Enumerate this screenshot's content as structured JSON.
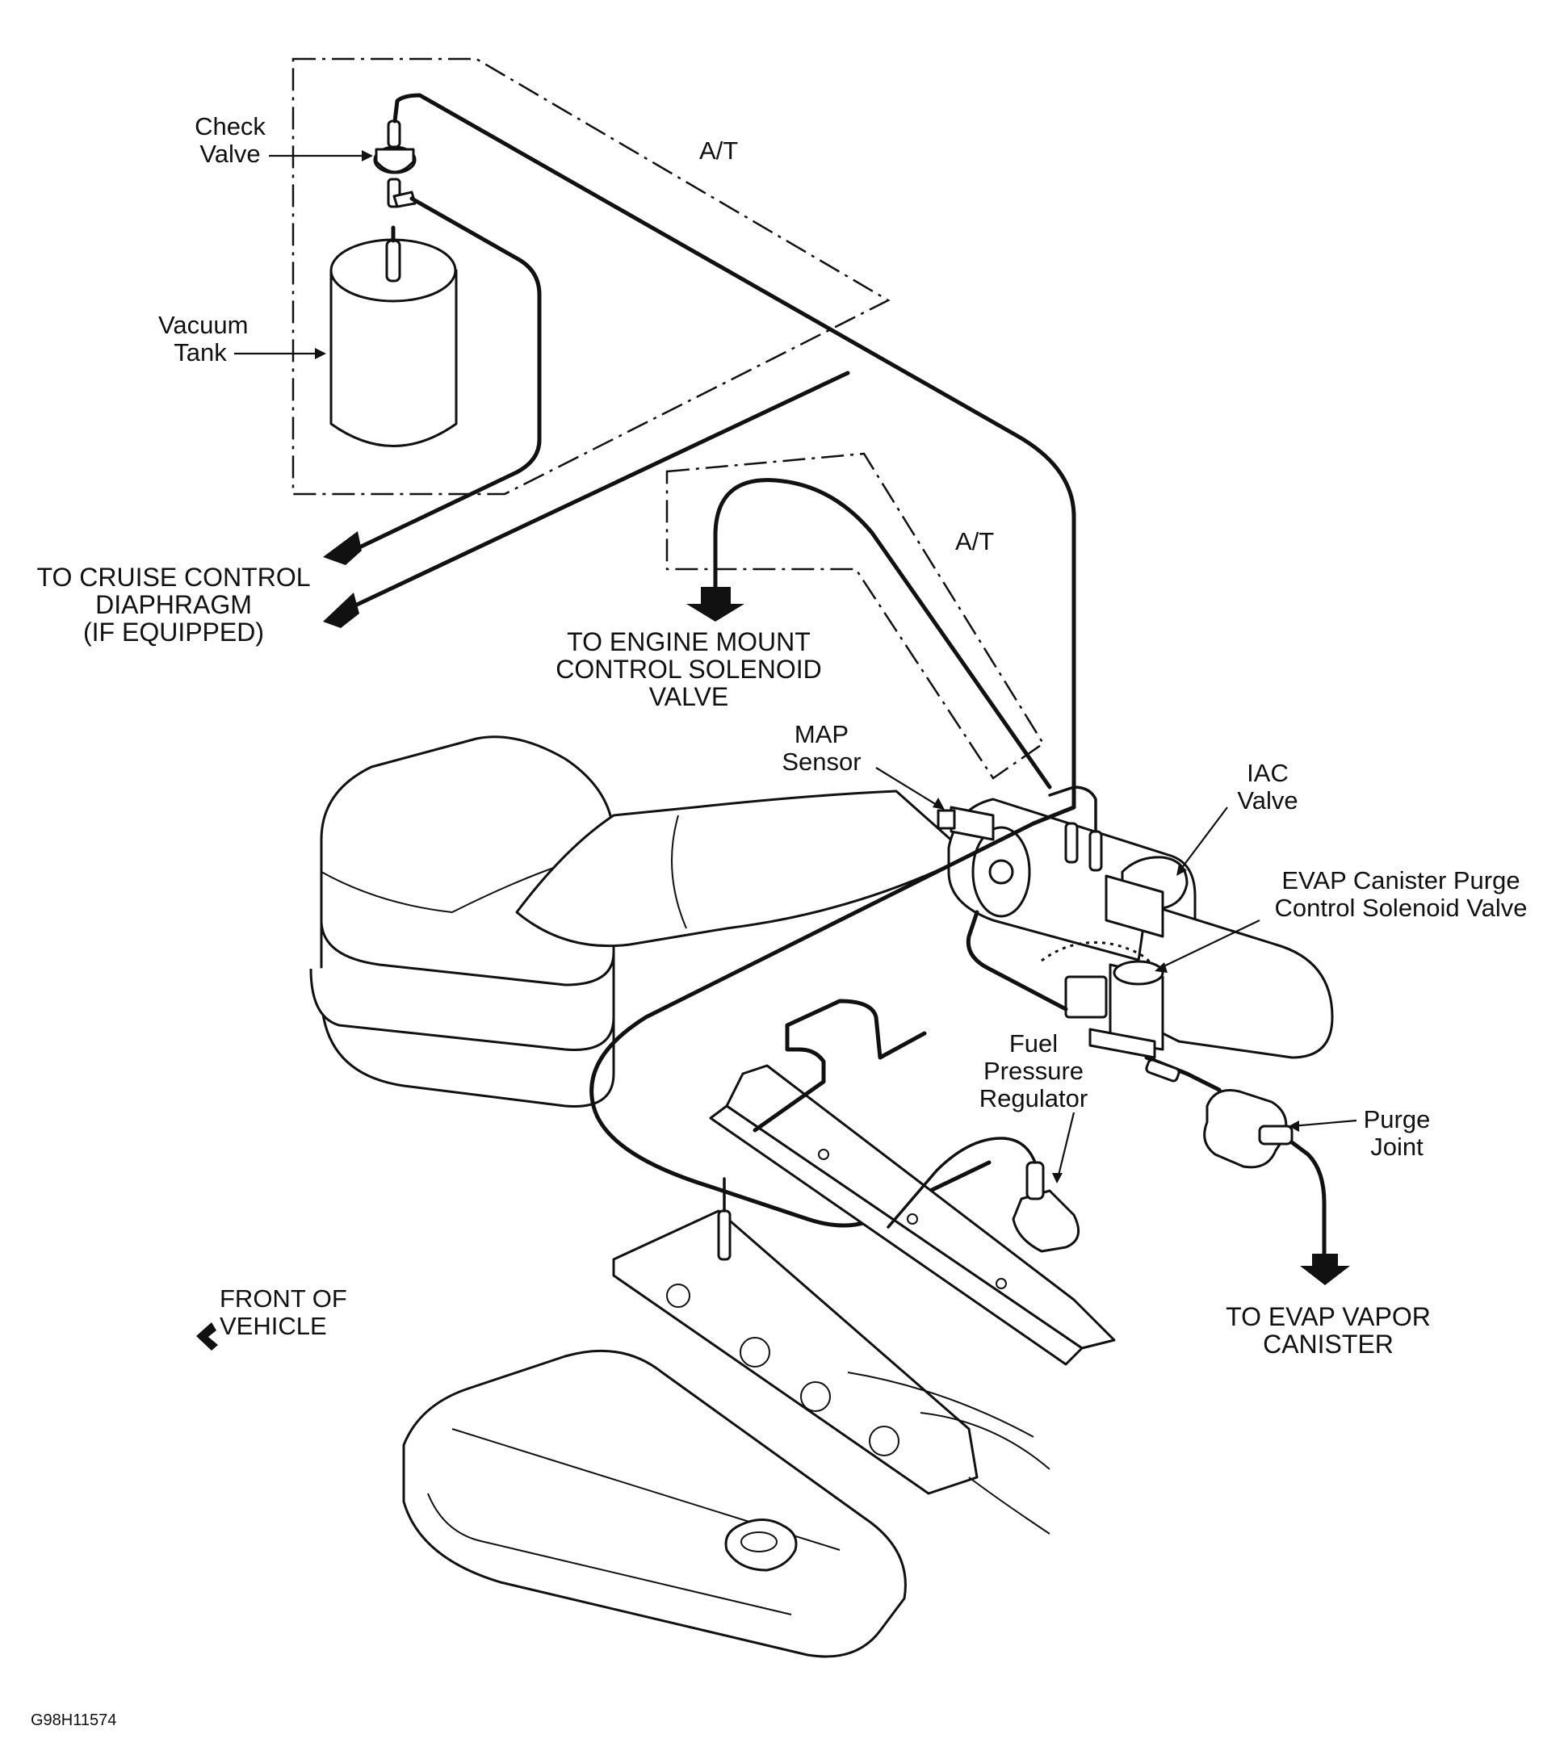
{
  "labels": {
    "check_valve": "Check\nValve",
    "vacuum_tank": "Vacuum\nTank",
    "at_upper": "A/T",
    "at_lower": "A/T",
    "cruise_control": "TO CRUISE CONTROL\nDIAPHRAGM\n(IF EQUIPPED)",
    "engine_mount": "TO ENGINE MOUNT\nCONTROL SOLENOID\nVALVE",
    "map_sensor": "MAP\nSensor",
    "iac_valve": "IAC\nValve",
    "evap_purge_valve": "EVAP Canister Purge\nControl Solenoid Valve",
    "fuel_pressure_regulator": "Fuel\nPressure\nRegulator",
    "purge_joint": "Purge\nJoint",
    "evap_canister": "TO EVAP VAPOR\nCANISTER",
    "front_of_vehicle": "FRONT OF\nVEHICLE",
    "figure_code": "G98H11574"
  }
}
